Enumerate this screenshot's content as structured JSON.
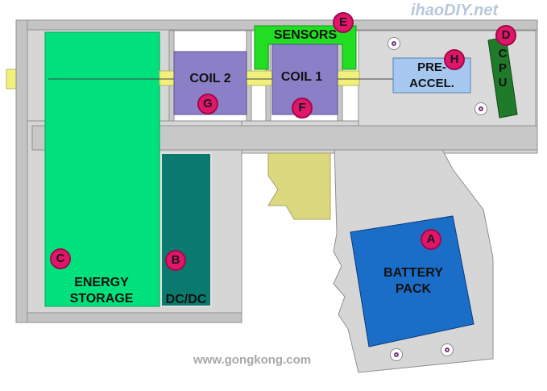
{
  "components": {
    "energy_storage": "ENERGY\nSTORAGE",
    "dcdc": "DC/DC",
    "coil2": "COIL 2",
    "coil1": "COIL 1",
    "sensors": "SENSORS",
    "preaccel": "PRE-\nACCEL.",
    "cpu": "C\nP\nU",
    "battery": "BATTERY\nPACK"
  },
  "markers": {
    "a": "A",
    "b": "B",
    "c": "C",
    "d": "D",
    "e": "E",
    "f": "F",
    "g": "G",
    "h": "H"
  },
  "watermarks": {
    "bottom": "www.gongkong.com",
    "top": "ihaoDIY.net"
  },
  "colors": {
    "body_gray": "#dcdcdc",
    "frame_gray": "#c8c8c8",
    "energy_green": "#00e07c",
    "dcdc_teal": "#0a7a6e",
    "coil_purple": "#8b80c8",
    "sensor_green": "#22dd22",
    "barrel_yellow": "#f0f07a",
    "trigger_khaki": "#dcd880",
    "battery_blue": "#1a6ec8",
    "preaccel_blue": "#a6c8f0",
    "cpu_green": "#1f7a2a",
    "marker_pink": "#e0166a"
  }
}
